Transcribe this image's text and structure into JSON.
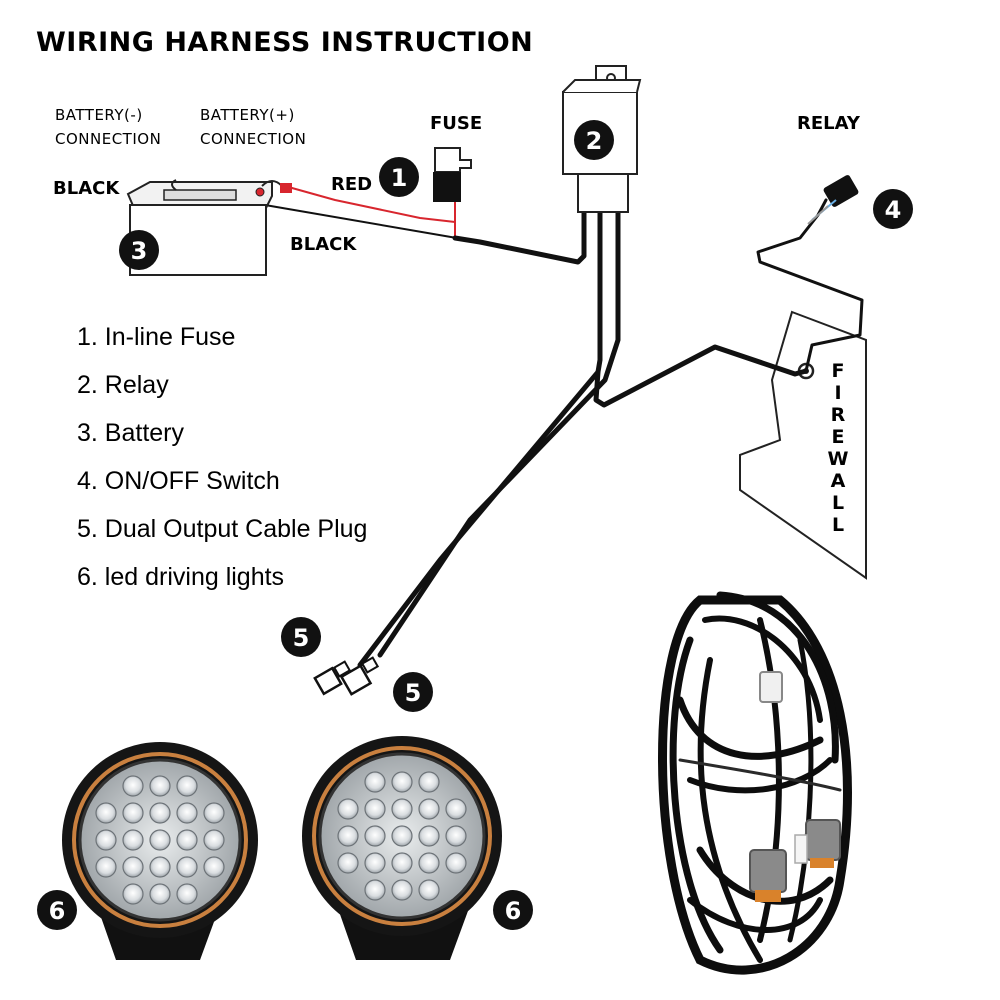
{
  "title": "WIRING HARNESS INSTRUCTION",
  "labels": {
    "battery_neg_line1": "BATTERY(-)",
    "battery_neg_line2": "CONNECTION",
    "battery_pos_line1": "BATTERY(+)",
    "battery_pos_line2": "CONNECTION",
    "fuse": "FUSE",
    "relay": "RELAY",
    "black_top": "BLACK",
    "red": "RED",
    "black_wire": "BLACK",
    "firewall": [
      "F",
      "I",
      "R",
      "E",
      "W",
      "A",
      "L",
      "L"
    ]
  },
  "legend": [
    "1. In-line Fuse",
    "2. Relay",
    "3. Battery",
    "4. ON/OFF Switch",
    "5. Dual Output Cable Plug",
    "6. led driving lights"
  ],
  "markers": {
    "fuse": "1",
    "relay": "2",
    "battery": "3",
    "switch": "4",
    "plug_a": "5",
    "plug_b": "5",
    "light_left": "6",
    "light_right": "6"
  },
  "colors": {
    "wire_black": "#111111",
    "wire_red": "#d8262e",
    "light_ring": "#c9803f",
    "plug_gray": "#8a8a8a"
  }
}
